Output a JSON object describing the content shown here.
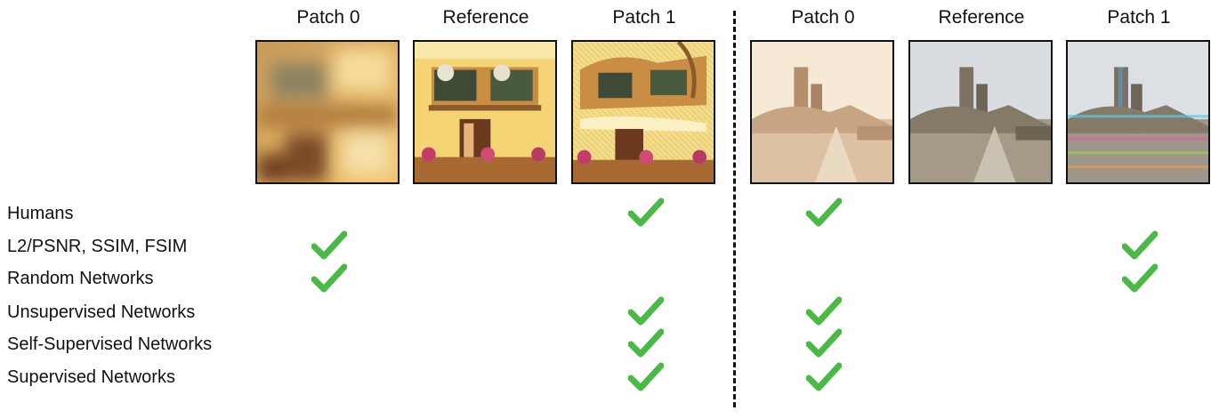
{
  "columns": [
    {
      "group": "left",
      "header": "Patch 0"
    },
    {
      "group": "left",
      "header": "Reference"
    },
    {
      "group": "left",
      "header": "Patch 1"
    },
    {
      "group": "right",
      "header": "Patch 0"
    },
    {
      "group": "right",
      "header": "Reference"
    },
    {
      "group": "right",
      "header": "Patch 1"
    }
  ],
  "rows": [
    {
      "label": "Humans",
      "left_choice": "Patch 1",
      "right_choice": "Patch 0"
    },
    {
      "label": "L2/PSNR, SSIM, FSIM",
      "left_choice": "Patch 0",
      "right_choice": "Patch 1"
    },
    {
      "label": "Random Networks",
      "left_choice": "Patch 0",
      "right_choice": "Patch 1"
    },
    {
      "label": "Unsupervised Networks",
      "left_choice": "Patch 1",
      "right_choice": "Patch 0"
    },
    {
      "label": "Self-Supervised Networks",
      "left_choice": "Patch 1",
      "right_choice": "Patch 0"
    },
    {
      "label": "Supervised Networks",
      "left_choice": "Patch 1",
      "right_choice": "Patch 0"
    }
  ],
  "colors": {
    "check": "#4cb848",
    "divider": "#111111"
  },
  "icons": {
    "check": "checkmark-icon"
  }
}
